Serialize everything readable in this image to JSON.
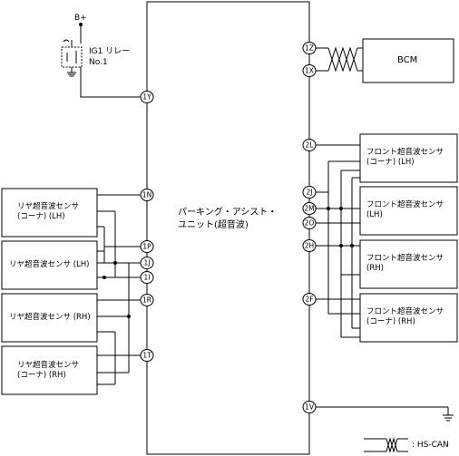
{
  "power": {
    "supply_label": "B+"
  },
  "relay": {
    "label_line1": "IG1 リレー",
    "label_line2": "No.1"
  },
  "unit": {
    "label_line1": "パーキング・アシスト・",
    "label_line2": "ユニット(超音波)"
  },
  "bcm": {
    "label": "BCM"
  },
  "left_sensors": [
    {
      "line1": "リヤ超音波センサ",
      "line2": "(コーナ) (LH)"
    },
    {
      "line1": "リヤ超音波センサ (LH)",
      "line2": ""
    },
    {
      "line1": "リヤ超音波センサ (RH)",
      "line2": ""
    },
    {
      "line1": "リヤ超音波センサ",
      "line2": "(コーナ) (RH)"
    }
  ],
  "right_sensors": [
    {
      "line1": "フロント超音波センサ",
      "line2": "(コーナ) (LH)"
    },
    {
      "line1": "フロント超音波センサ",
      "line2": "(LH)"
    },
    {
      "line1": "フロント超音波センサ",
      "line2": "(RH)"
    },
    {
      "line1": "フロント超音波センサ",
      "line2": "(コーナ) (RH)"
    }
  ],
  "pins": {
    "p1Y": "1Y",
    "p1N": "1N",
    "p1P": "1P",
    "p1J": "1J",
    "p1I": "1I",
    "p1R": "1R",
    "p1T": "1T",
    "p1Z": "1Z",
    "p1X": "1X",
    "p2L": "2L",
    "p2J": "2J",
    "p2M": "2M",
    "p2O": "2O",
    "p2H": "2H",
    "p2F": "2F",
    "p1V": "1V"
  },
  "legend": {
    "label": ": HS-CAN"
  }
}
